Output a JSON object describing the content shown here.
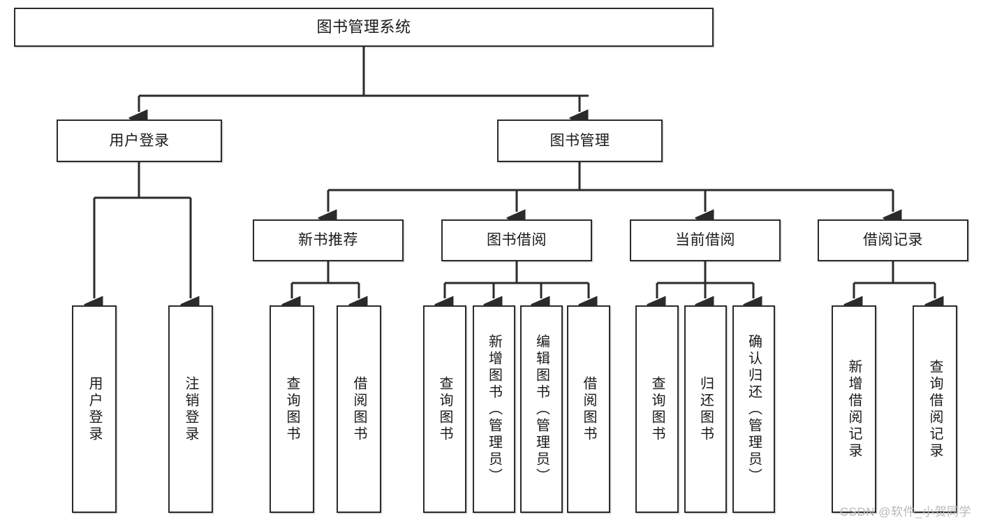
{
  "diagram": {
    "title": "图书管理系统",
    "type": "tree-hierarchy-chart",
    "colors": {
      "box_border": "#2b2b2b",
      "box_fill": "#ffffff",
      "connector": "#2b2b2b",
      "text": "#1a1a1a",
      "watermark": "#b9b9b9",
      "canvas": "#ffffff"
    }
  },
  "root": {
    "label": "图书管理系统"
  },
  "level2": [
    {
      "label": "用户登录"
    },
    {
      "label": "图书管理"
    }
  ],
  "level3": [
    {
      "label": "新书推荐"
    },
    {
      "label": "图书借阅"
    },
    {
      "label": "当前借阅"
    },
    {
      "label": "借阅记录"
    }
  ],
  "leaves": {
    "user_login": [
      {
        "label": "用户登录"
      },
      {
        "label": "注销登录"
      }
    ],
    "new_book_recommend": [
      {
        "label": "查询图书"
      },
      {
        "label": "借阅图书"
      }
    ],
    "book_borrow": [
      {
        "label": "查询图书"
      },
      {
        "label": "新增图书（管理员）"
      },
      {
        "label": "编辑图书（管理员）"
      },
      {
        "label": "借阅图书"
      }
    ],
    "current_borrow": [
      {
        "label": "查询图书"
      },
      {
        "label": "归还图书"
      },
      {
        "label": "确认归还（管理员）"
      }
    ],
    "borrow_record": [
      {
        "label": "新增借阅记录"
      },
      {
        "label": "查询借阅记录"
      }
    ]
  },
  "watermark": {
    "text": "CSDN @软件_小贺同学"
  }
}
